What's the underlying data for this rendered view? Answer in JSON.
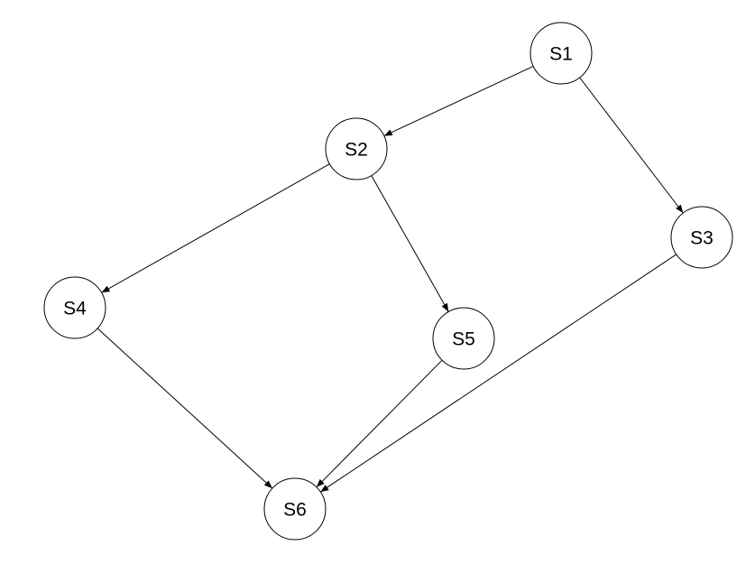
{
  "diagram": {
    "nodes": [
      {
        "id": "S1",
        "label": "S1"
      },
      {
        "id": "S2",
        "label": "S2"
      },
      {
        "id": "S3",
        "label": "S3"
      },
      {
        "id": "S4",
        "label": "S4"
      },
      {
        "id": "S5",
        "label": "S5"
      },
      {
        "id": "S6",
        "label": "S6"
      }
    ],
    "edges": [
      {
        "from": "S1",
        "to": "S2"
      },
      {
        "from": "S1",
        "to": "S3"
      },
      {
        "from": "S2",
        "to": "S4"
      },
      {
        "from": "S2",
        "to": "S5"
      },
      {
        "from": "S3",
        "to": "S6"
      },
      {
        "from": "S4",
        "to": "S6"
      },
      {
        "from": "S5",
        "to": "S6"
      }
    ],
    "colors": {
      "stroke": "#000000",
      "fill": "#ffffff"
    }
  }
}
